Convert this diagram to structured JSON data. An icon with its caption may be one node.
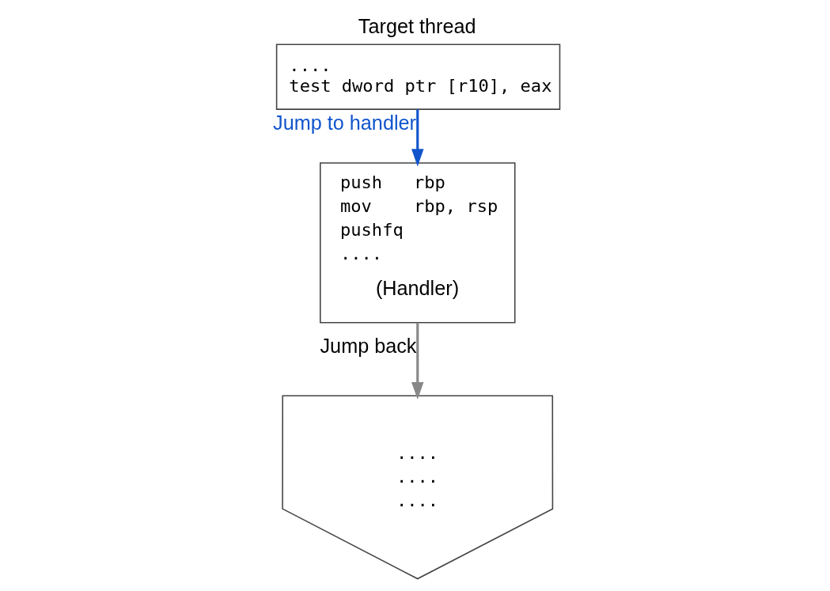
{
  "diagram": {
    "nodes": [
      {
        "text": [
          "Target thread",
          "....",
          "test dword ptr [r10], eax"
        ]
      },
      {
        "text": [
          "push   rbp",
          "mov    rbp, rsp",
          "pushfq",
          "....",
          "(Handler)"
        ]
      },
      {
        "text": [
          "....",
          "....",
          "...."
        ]
      }
    ],
    "edges": [
      {
        "from": 0,
        "to": 1,
        "arrow": "to",
        "label": "Jump to handler",
        "color": "#1155cc"
      },
      {
        "from": 1,
        "to": 2,
        "arrow": "to",
        "label": "Jump back",
        "color": "#888888"
      }
    ]
  }
}
